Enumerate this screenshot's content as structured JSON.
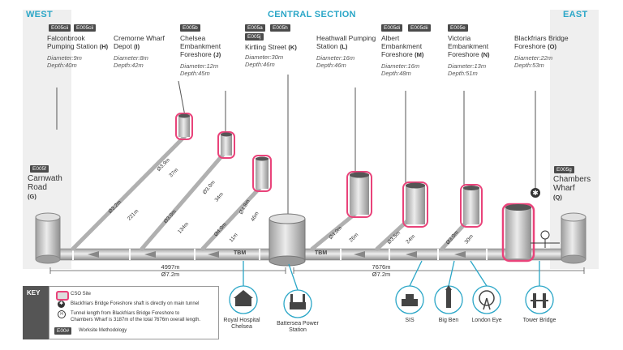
{
  "regions": {
    "west": "WEST",
    "central": "CENTRAL SECTION",
    "east": "EAST"
  },
  "sites": [
    {
      "tags": [
        "E005cii",
        "E005cii"
      ],
      "name": "Falconbrook Pumping Station",
      "id": "(H)",
      "diameter": "Diameter:9m",
      "depth": "Depth:40m"
    },
    {
      "tags": [],
      "name": "Cremorne Wharf Depot",
      "id": "(I)",
      "diameter": "Diameter:8m",
      "depth": "Depth:42m"
    },
    {
      "tags": [
        "E005b"
      ],
      "name": "Chelsea Embankment Foreshore",
      "id": "(J)",
      "diameter": "Diameter:12m",
      "depth": "Depth:45m"
    },
    {
      "tags": [
        "E005a",
        "E005h",
        "E005j"
      ],
      "name": "Kirtling Street",
      "id": "(K)",
      "diameter": "Diameter:30m",
      "depth": "Depth:46m"
    },
    {
      "tags": [],
      "name": "Heathwall Pumping Station",
      "id": "(L)",
      "diameter": "Diameter:16m",
      "depth": "Depth:46m"
    },
    {
      "tags": [
        "E005di",
        "E005dii"
      ],
      "name": "Albert Embankment Foreshore",
      "id": "(M)",
      "diameter": "Diameter:16m",
      "depth": "Depth:48m"
    },
    {
      "tags": [
        "E005e"
      ],
      "name": "Victoria Embankment Foreshore",
      "id": "(N)",
      "diameter": "Diameter:13m",
      "depth": "Depth:51m"
    },
    {
      "tags": [],
      "name": "Blackfriars Bridge Foreshore",
      "id": "(O)",
      "diameter": "Diameter:22m",
      "depth": "Depth:53m"
    }
  ],
  "west_site": {
    "tag": "E005f",
    "name": "Carnwath Road",
    "id": "(G)"
  },
  "east_site": {
    "tag": "E005g",
    "name": "Chambers Wharf",
    "id": "(Q)"
  },
  "tunnels": [
    {
      "diam": "Ø3.2m",
      "len": "221m"
    },
    {
      "diam": "Ø3.9m",
      "len": "37m"
    },
    {
      "diam": "Ø3.0m",
      "len": "134m"
    },
    {
      "diam": "Ø3.0m",
      "len": "34m"
    },
    {
      "diam": "Ø4.0m",
      "len": "11m"
    },
    {
      "diam": "Ø4.8m",
      "len": "46m"
    },
    {
      "diam": "Ø4.0m",
      "len": "26m"
    },
    {
      "diam": "Ø3.5m",
      "len": "24m"
    },
    {
      "diam": "Ø3.0m",
      "len": "30m"
    }
  ],
  "tbm_label": "TBM",
  "totals": [
    {
      "len": "4997m",
      "diam": "Ø7.2m"
    },
    {
      "len": "7676m",
      "diam": "Ø7.2m"
    }
  ],
  "landmarks": [
    "Royal Hospital Chelsea",
    "Battersea Power Station",
    "SIS",
    "Big Ben",
    "London Eye",
    "Tower Bridge"
  ],
  "key": {
    "title": "KEY",
    "cso": "CSO Site",
    "shaft_note": "Blackfriars Bridge Foreshore shaft is directly on main tunnel",
    "tunnel_note_1": "Tunnel length from Blackfriars Bridge Foreshore to",
    "tunnel_note_2": "Chambers Wharf is 3187m of the total 7676m overall length.",
    "worksite_tag": "E00#",
    "worksite": "Worksite Methodology"
  },
  "colors": {
    "accent": "#2aa6c7",
    "pink": "#e9437a",
    "pipe": "#bdbdbd",
    "dark": "#4b4b4b"
  }
}
